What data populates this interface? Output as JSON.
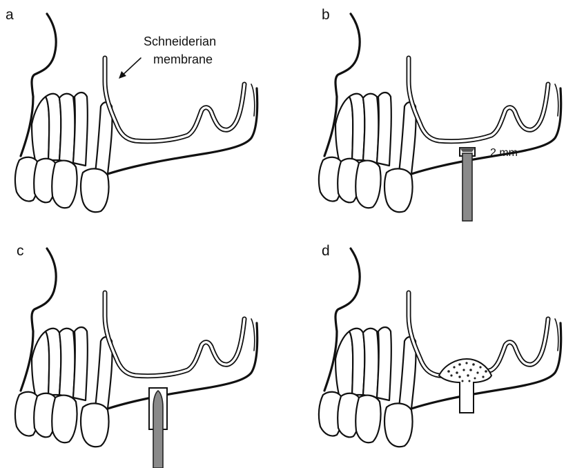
{
  "figure": {
    "panels": [
      {
        "letter": "a"
      },
      {
        "letter": "b"
      },
      {
        "letter": "c"
      },
      {
        "letter": "d"
      }
    ],
    "annotations": {
      "membrane_label_line1": "Schneiderian",
      "membrane_label_line2": "membrane",
      "height_label": "2 mm"
    }
  }
}
